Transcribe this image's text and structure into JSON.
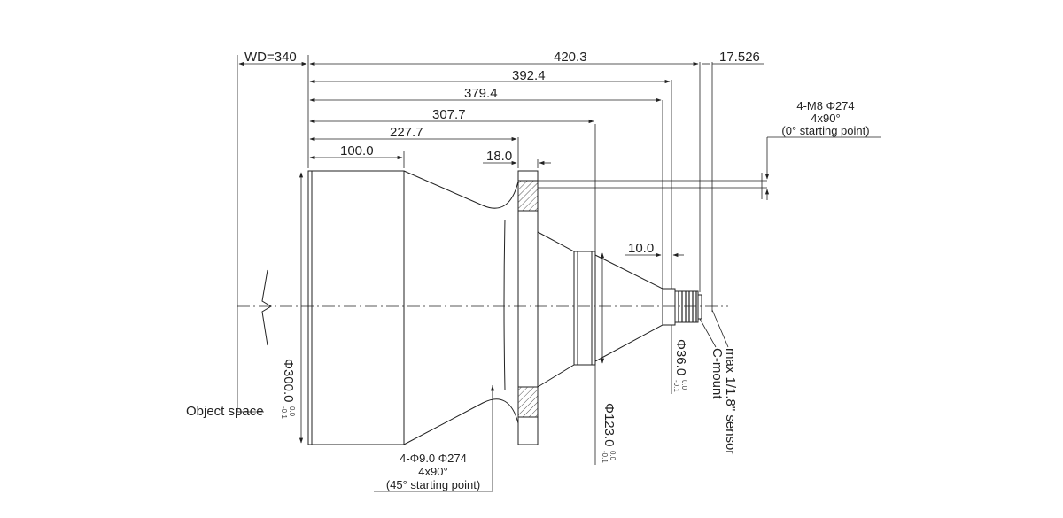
{
  "drawing": {
    "working_distance": "WD=340",
    "dimensions": {
      "total_length": "420.3",
      "d_392": "392.4",
      "d_379": "379.4",
      "d_307": "307.7",
      "d_227": "227.7",
      "d_100": "100.0",
      "flange_thickness": "18.0",
      "rear_step": "10.0",
      "back_focus": "17.526"
    },
    "diameters": {
      "front": "Φ300.0",
      "middle": "Φ123.0",
      "rear": "Φ36.0"
    },
    "tolerance": {
      "upper": "0.0",
      "lower": "-0.1"
    },
    "top_hole_note": [
      "4-M8  Φ274",
      "4x90°",
      "(0° starting point)"
    ],
    "bottom_hole_note": [
      "4-Φ9.0  Φ274",
      "4x90°",
      "(45° starting point)"
    ],
    "labels": {
      "object_space": "Object space",
      "mount": "C-mount",
      "sensor": "max 1/1.8\"  sensor"
    },
    "colors": {
      "line": "#222222",
      "hatch": "#555555",
      "background": "#ffffff"
    }
  }
}
